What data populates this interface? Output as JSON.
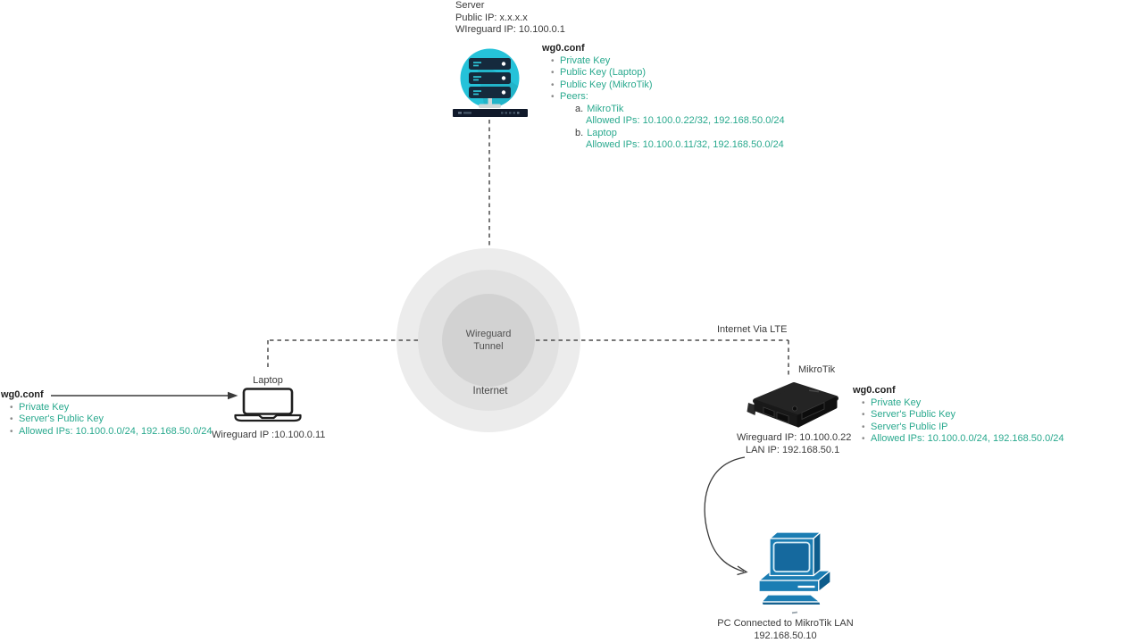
{
  "colors": {
    "accent_green": "#29a98e",
    "server_teal": "#25c2d9",
    "server_navy": "#152a3d",
    "pc_blue": "#1b7db3",
    "ring_outer": "#ececec",
    "ring_mid": "#e1e1e1",
    "ring_inner": "#d2d2d2"
  },
  "server": {
    "info_lines": [
      "Server",
      "Public IP: x.x.x.x",
      "WIreguard IP: 10.100.0.1"
    ],
    "conf": {
      "title": "wg0.conf",
      "items": [
        "Private Key",
        "Public Key (Laptop)",
        "Public Key (MikroTik)",
        "Peers:"
      ],
      "peers": [
        {
          "marker": "a.",
          "name": "MikroTik",
          "allowed_ips": "Allowed IPs: 10.100.0.22/32, 192.168.50.0/24"
        },
        {
          "marker": "b.",
          "name": "Laptop",
          "allowed_ips": "Allowed IPs: 10.100.0.11/32, 192.168.50.0/24"
        }
      ]
    }
  },
  "internet": {
    "tunnel_label_line1": "Wireguard",
    "tunnel_label_line2": "Tunnel",
    "cloud_label": "Internet"
  },
  "laptop": {
    "label": "Laptop",
    "wireguard_ip": "Wireguard IP :10.100.0.11",
    "conf": {
      "title": "wg0.conf",
      "items": [
        "Private Key",
        "Server's Public Key",
        "Allowed IPs: 10.100.0.0/24, 192.168.50.0/24"
      ]
    }
  },
  "mikrotik": {
    "link_label": "Internet Via LTE",
    "label": "MikroTik",
    "wireguard_ip": "Wireguard IP: 10.100.0.22",
    "lan_ip": "LAN IP: 192.168.50.1",
    "conf": {
      "title": "wg0.conf",
      "items": [
        "Private Key",
        "Server's Public Key",
        "Server's Public IP",
        "Allowed IPs: 10.100.0.0/24, 192.168.50.0/24"
      ]
    }
  },
  "pc": {
    "label": "PC Connected to MikroTik LAN",
    "ip": "192.168.50.10"
  }
}
